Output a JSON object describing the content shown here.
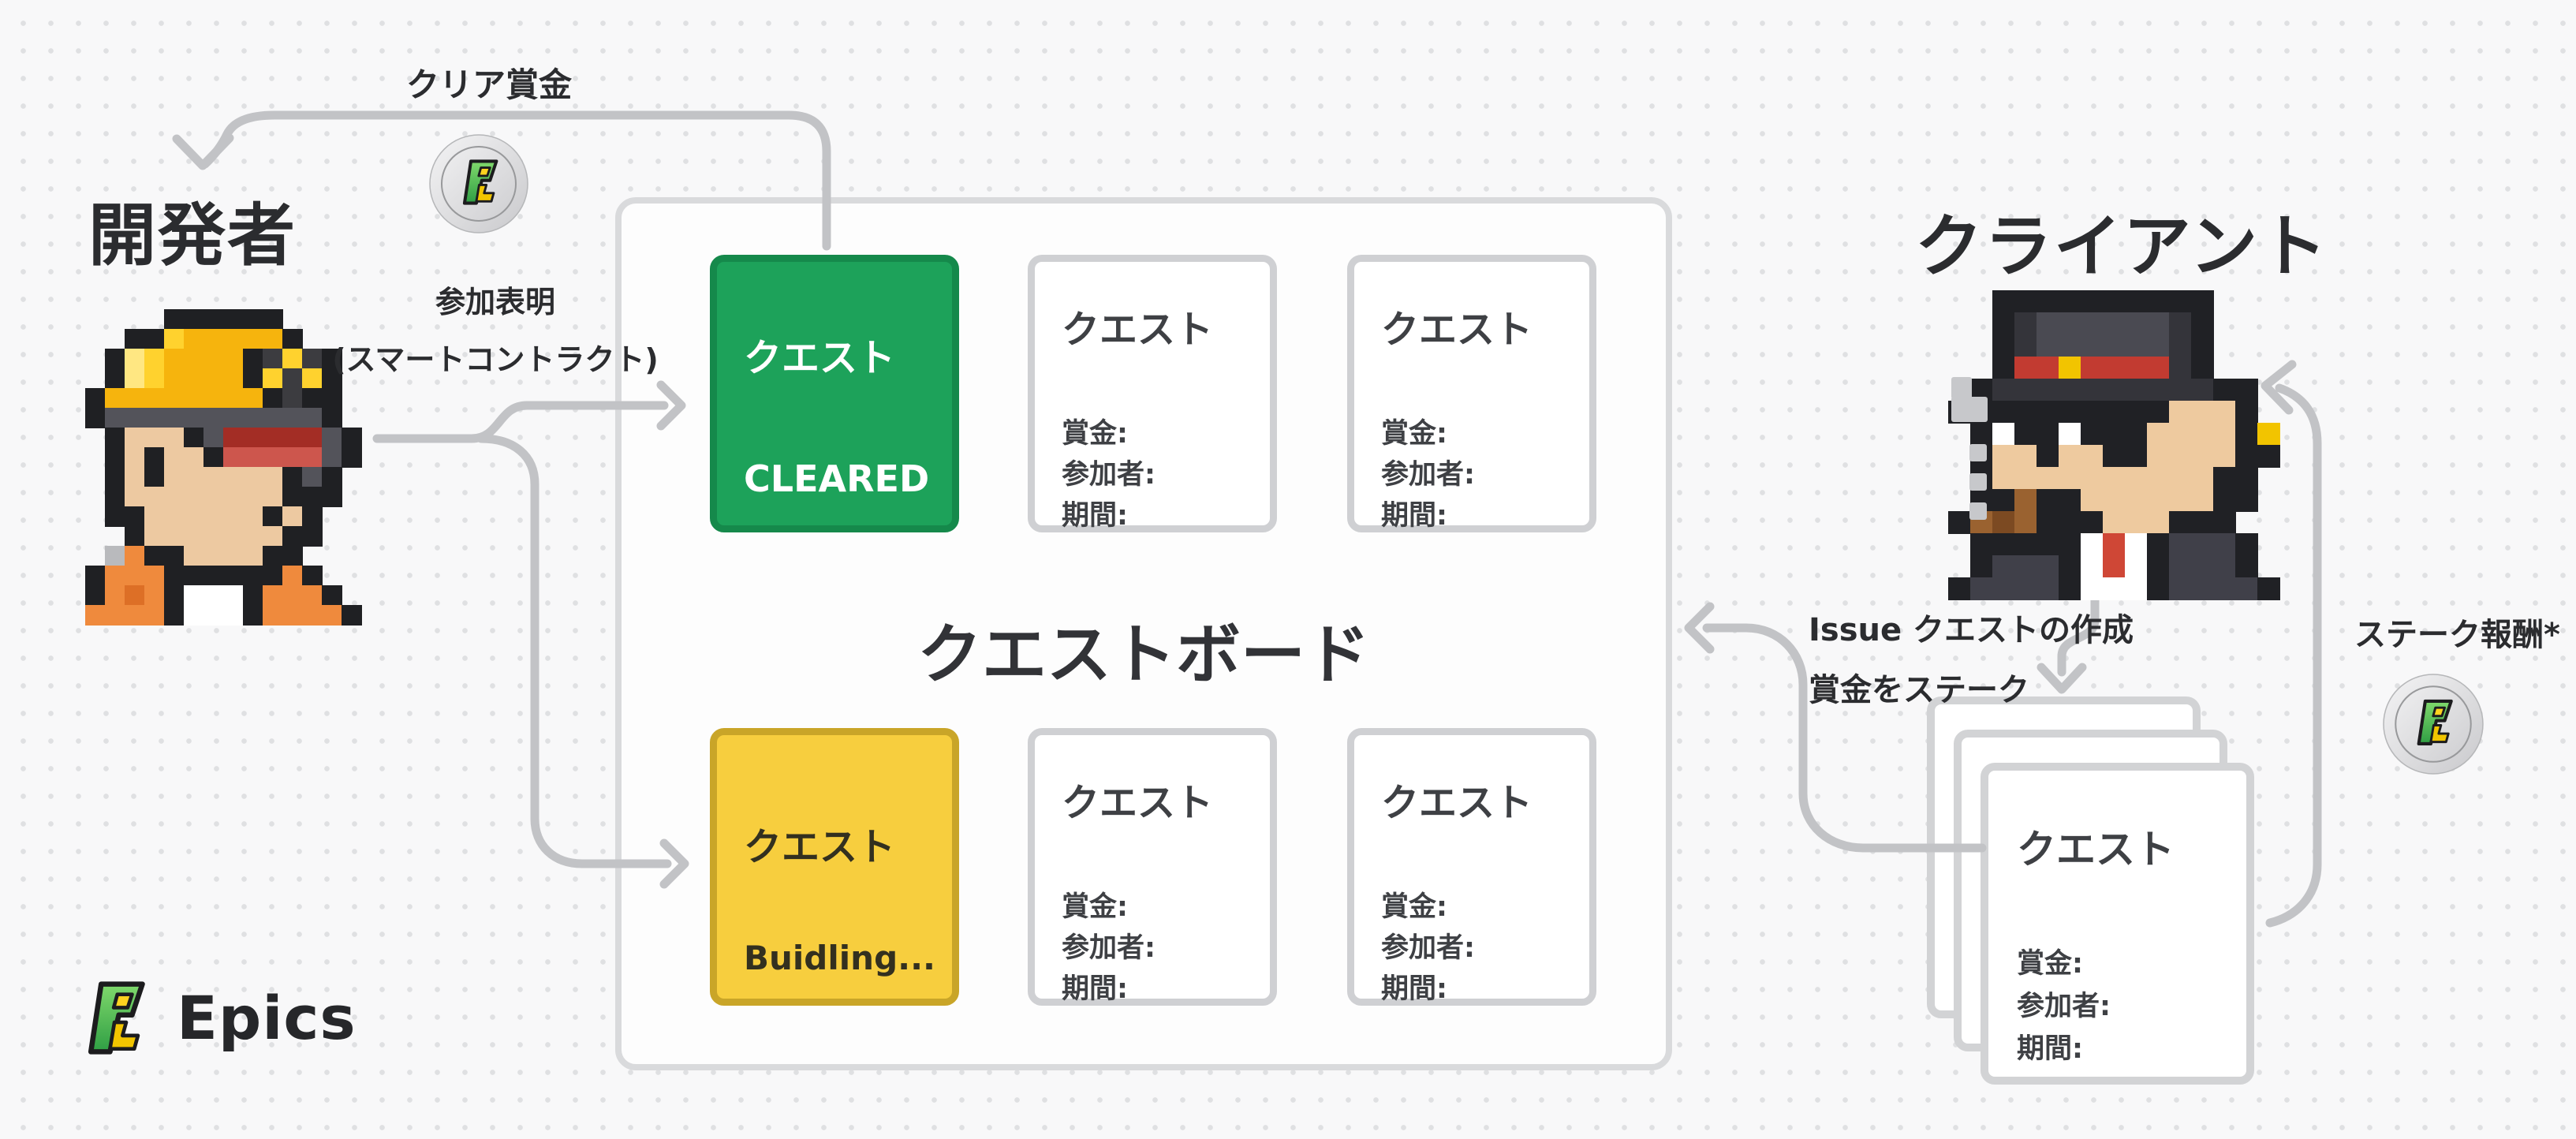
{
  "actors": {
    "developer": {
      "label": "開発者",
      "avatar_icon": "pixel-builder-avatar"
    },
    "client": {
      "label": "クライアント",
      "avatar_icon": "pixel-gentleman-avatar"
    }
  },
  "board": {
    "title": "クエストボード",
    "cards": {
      "cleared": {
        "title": "クエスト",
        "status": "CLEARED"
      },
      "building": {
        "title": "クエスト",
        "status": "Buidling..."
      },
      "placeholder": {
        "title": "クエスト",
        "fields": [
          "賞金:",
          "参加者:",
          "期間:"
        ]
      }
    }
  },
  "stack": {
    "title": "クエスト",
    "fields": [
      "賞金:",
      "参加者:",
      "期間:"
    ]
  },
  "flows": {
    "clear_reward": "クリア賞金",
    "participation_line1": "参加表明",
    "participation_line2": "(スマートコントラクト)",
    "issue_line1": "Issue クエストの作成",
    "issue_line2": "賞金をステーク",
    "stake_reward": "ステーク報酬*"
  },
  "branding": {
    "logo_text": "Epics",
    "coin_icon": "epics-coin-icon",
    "logo_icon": "epics-logo-glyph"
  },
  "colors": {
    "background": "#f8f8f9",
    "arrow_gray": "#c2c3c6",
    "green_card": "#1da25a",
    "green_border": "#15894b",
    "yellow_card": "#f7ce3e",
    "yellow_border": "#c9a528",
    "text_dark": "#2b2c2f"
  }
}
